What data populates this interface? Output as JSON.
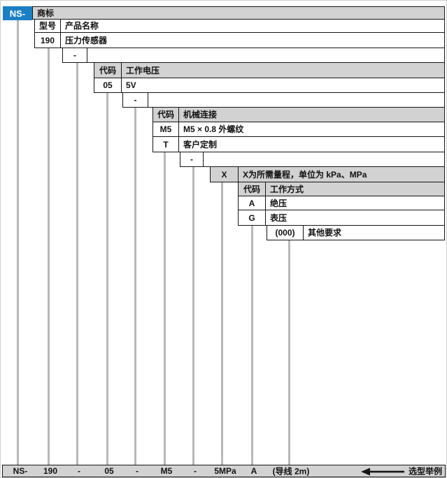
{
  "colors": {
    "brand_blue": "#1b7fc4",
    "header_gray": "#d2d2d2",
    "bar_gray": "#d2d2d2",
    "leader_line": "#b8b8b8",
    "border": "#151515"
  },
  "brand": {
    "code": "NS-",
    "label": "商标"
  },
  "separators": {
    "dash": "-"
  },
  "tables": {
    "model": {
      "header_code": "型号",
      "header_desc": "产品名称",
      "rows": [
        {
          "code": "190",
          "desc": "压力传感器"
        }
      ]
    },
    "voltage": {
      "header_code": "代码",
      "header_desc": "工作电压",
      "rows": [
        {
          "code": "05",
          "desc": "5V"
        }
      ]
    },
    "mechanical": {
      "header_code": "代码",
      "header_desc": "机械连接",
      "rows": [
        {
          "code": "M5",
          "desc": "M5 × 0.8 外螺纹"
        },
        {
          "code": "T",
          "desc": "客户定制"
        }
      ]
    },
    "range": {
      "code": "X",
      "desc": "X为所需量程，单位为 kPa、MPa"
    },
    "mode": {
      "header_code": "代码",
      "header_desc": "工作方式",
      "rows": [
        {
          "code": "A",
          "desc": "绝压"
        },
        {
          "code": "G",
          "desc": "表压"
        }
      ]
    },
    "other": {
      "code": "(000)",
      "desc": "其他要求"
    }
  },
  "example": {
    "items": [
      "NS-",
      "190",
      "-",
      "05",
      "-",
      "M5",
      "-",
      "5MPa",
      "A",
      "(导线 2m)"
    ],
    "arrow_label": "选型举例"
  }
}
